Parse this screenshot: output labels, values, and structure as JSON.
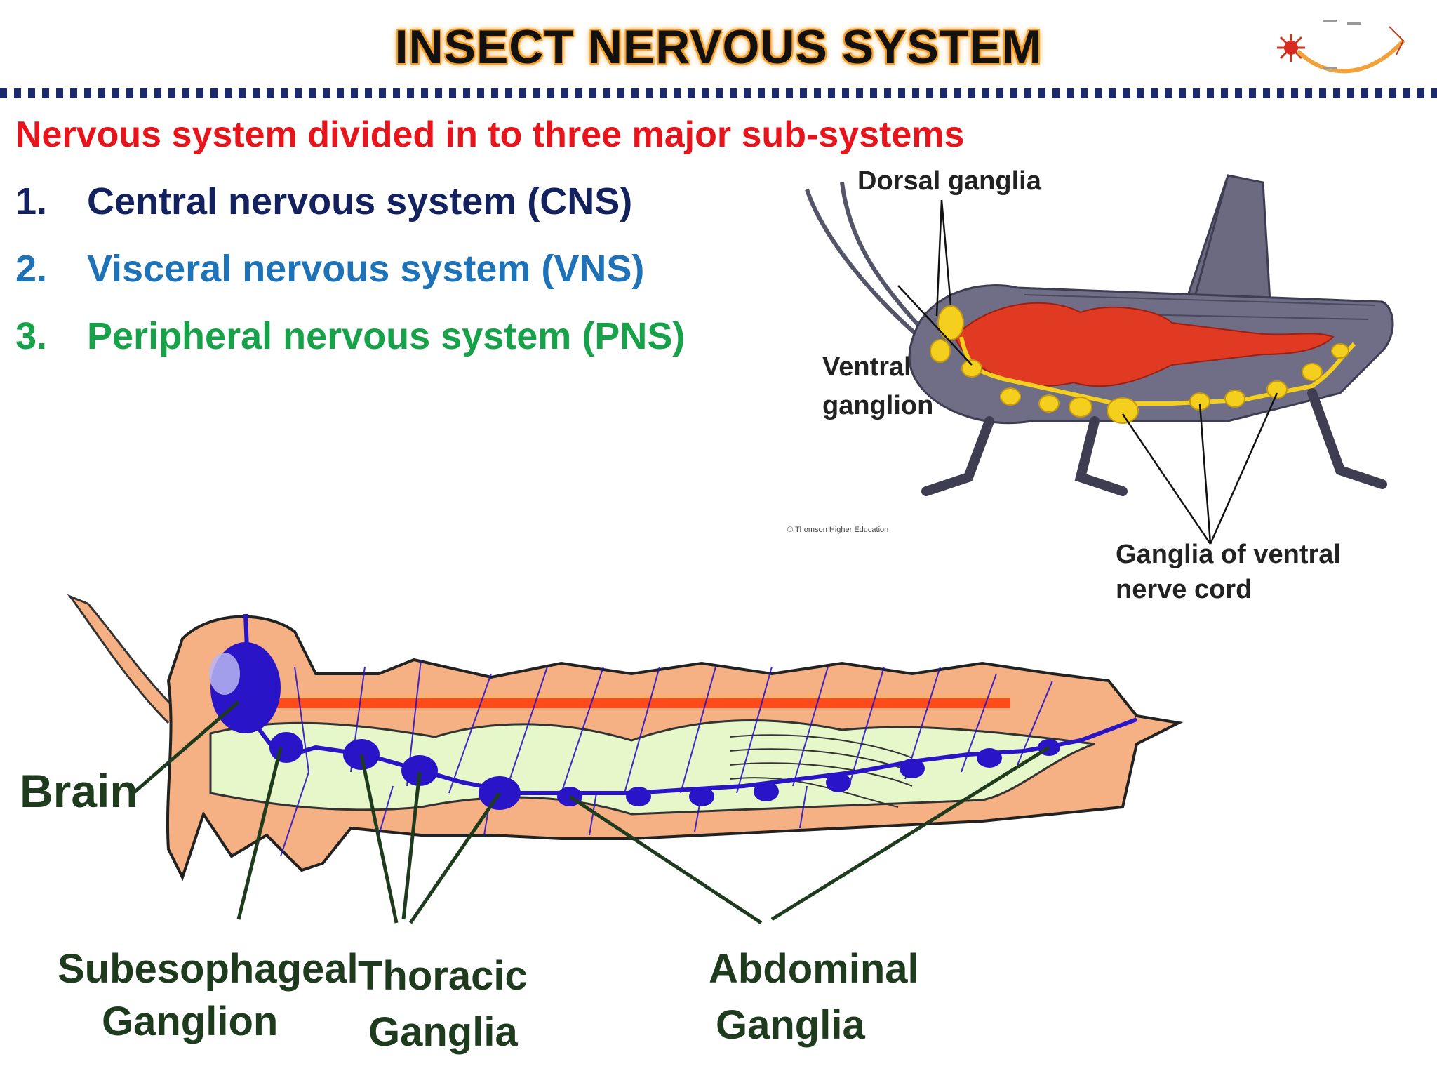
{
  "slide": {
    "title": "INSECT NERVOUS SYSTEM",
    "subtitle": "Nervous system divided in to three major sub-systems",
    "items": [
      {
        "number": "1.",
        "label": "Central nervous system (CNS)",
        "color": "#13215e"
      },
      {
        "number": "2.",
        "label": "Visceral nervous system (VNS)",
        "color": "#1e72b8"
      },
      {
        "number": "3.",
        "label": "Peripheral nervous system (PNS)",
        "color": "#17a24a"
      }
    ]
  },
  "grasshopper_diagram": {
    "labels": {
      "dorsal": "Dorsal ganglia",
      "ventral_1": "Ventral",
      "ventral_2": "ganglion",
      "cord_1": "Ganglia of ventral",
      "cord_2": "nerve cord"
    },
    "credit": "© Thomson Higher Education"
  },
  "larva_diagram": {
    "labels": {
      "brain": "Brain",
      "subeso_1": "Subesophageal",
      "subeso_2": "Ganglion",
      "thoracic_1": "Thoracic",
      "thoracic_2": "Ganglia",
      "abdominal_1": "Abdominal",
      "abdominal_2": "Ganglia"
    }
  },
  "colors": {
    "title_glow": "#f6a02c",
    "body_orange": "#f5b183",
    "nerve_blue": "#2a14c8",
    "gut_green": "#e6f7c9",
    "ganglion_yellow": "#f5cf1e",
    "muscle_red": "#e03a22"
  }
}
